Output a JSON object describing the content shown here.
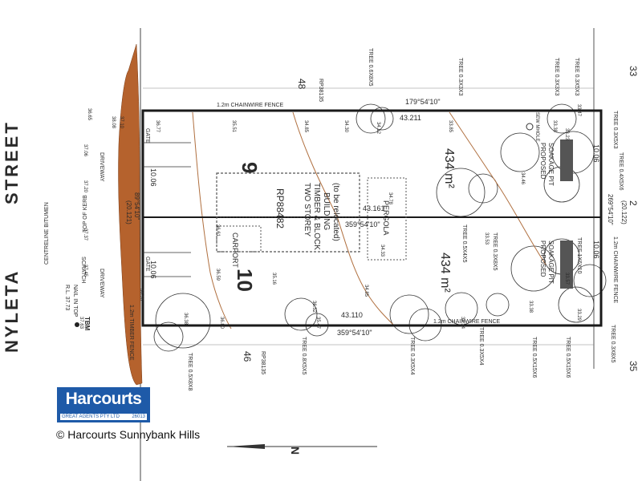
{
  "street": {
    "name_a": "NYLETA",
    "name_b": "STREET"
  },
  "lots": {
    "lot_9": {
      "number": "9",
      "area": "434 m²"
    },
    "lot_10": {
      "number": "10",
      "area": "434 m²"
    },
    "lot_48": "48",
    "lot_46": "46",
    "lot_33": "33",
    "lot_2": "2",
    "lot_35": "35",
    "plan_48": "RP38135",
    "plan_46": "RP38135"
  },
  "labels": {
    "building": [
      "TWO STOREY",
      "TIMBER & BLOCK",
      "BUILDING",
      "(to be relocated)"
    ],
    "rp_number": "RP88482",
    "carport": "CARPORT",
    "pergola": "PERGOLA",
    "soakage_pit": [
      "PROPOSED",
      "SOAKAGE PIT"
    ],
    "sewer_manhole": "SEW MHOLE",
    "chainwire_fence_top": "1.2m CHAINWIRE FENCE",
    "chainwire_fence_bottom": "1.2m CHAINWIRE FENCE",
    "chainwire_fence_right": "1.2m CHAINWIRE FENCE",
    "timber_fence": "1.2m TIMBER FENCE",
    "centreline": "CENTRELINE BITUMEN",
    "top_of_kerb": "TOP OF KERB",
    "driveway": "DRIVEWAY",
    "gate": "GATE",
    "tbm": "TBM",
    "tbm_note": "NAIL IN TOP",
    "rl": "R.L. 37.73",
    "scratch": "SCRATCH"
  },
  "dimensions": {
    "top_bearing": "179°54'10\"",
    "top_length": "43.211",
    "middle_bearing": "359°54'10\"",
    "middle_length": "43.161",
    "bottom_bearing": "359°54'10\"",
    "bottom_length": "43.110",
    "left_upper": "10.06",
    "left_lower": "10.06",
    "left_total": "(20.121)",
    "left_bearing": "89°54'10\"",
    "right_upper": "10.06",
    "right_lower": "10.06",
    "right_total": "(20.122)",
    "right_bearing": "269°54'10\""
  },
  "trees": {
    "top": [
      "TREE 0.6X8X5",
      "TREE 0.3X3X3",
      "TREE 0.3X3X3",
      "TREE 0.3X5X3"
    ],
    "bottom": [
      "TREE 0.5X8X8",
      "TREE 0.8X5X5",
      "TREE 0.3X5X4",
      "TREE 0.3X5X4",
      "TREE 0.5X15X6",
      "TREE 0.5X15X6",
      "TREE 0.3X8X5"
    ],
    "middle": [
      "TREE 0.5X4X5",
      "TREE 0.3X8X5",
      "TREE 1X6X10"
    ],
    "right": [
      "TREE 0.3X5X3",
      "TREE 0.4X5X6"
    ]
  },
  "levels": [
    "38.08",
    "36.65",
    "37.06",
    "37.20",
    "37.37",
    "37.45",
    "37.63",
    "37.10",
    "36.98",
    "36.77",
    "35.51",
    "34.85",
    "34.30",
    "34.12",
    "33.85",
    "34.78",
    "34.33",
    "33.53",
    "34.46",
    "33.38",
    "33.23",
    "33.47",
    "36.80",
    "36.38",
    "36.61",
    "36.59",
    "35.16",
    "35.47",
    "36.52",
    "34.85",
    "34.34",
    "33.57",
    "33.38",
    "33.29"
  ],
  "company": {
    "name": "Harcourts",
    "sub_left": "GREAT AGENTS PTY LTD",
    "sub_right": "26013",
    "copyright": "© Harcourts Sunnybank Hills"
  },
  "north_arrow": "N",
  "colors": {
    "verge": "#b5622d",
    "boundary": "#1a1a1a",
    "contour": "#b07040",
    "pit": "#555555"
  }
}
